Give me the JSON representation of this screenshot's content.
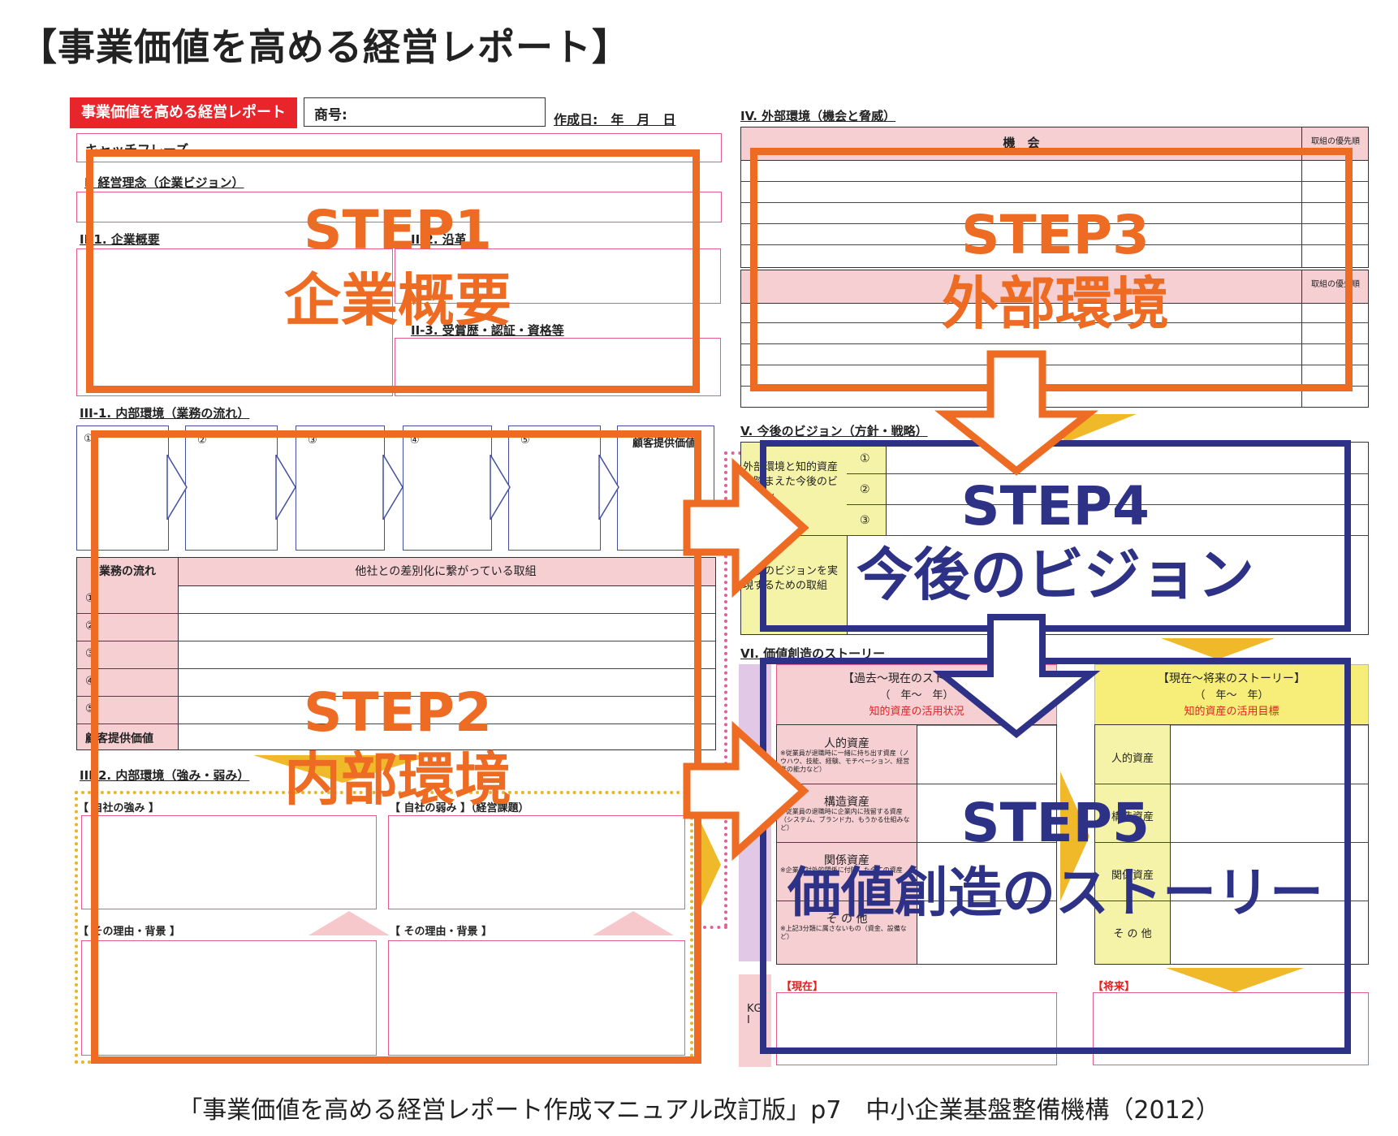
{
  "page_title": "【事業価値を高める経営レポート】",
  "caption": "「事業価値を高める経営レポート作成マニュアル改訂版」p7　中小企業基盤整備機構（2012）",
  "form": {
    "tag": "事業価値を高める経営レポート",
    "company_label": "商号:",
    "date_label": "作成日:　年　月　日",
    "catchphrase": "キャッチフレーズ",
    "sec_I": "I. 経営理念（企業ビジョン）",
    "sec_II1": "II-1. 企業概要",
    "sec_II2": "II-2. 沿革",
    "sec_II3": "II-3. 受賞歴・認証・資格等",
    "sec_III1": "III-1. 内部環境（業務の流れ）",
    "flow_steps": [
      "①",
      "②",
      "③",
      "④",
      "⑤",
      "顧客提供価値"
    ],
    "table_h1": "業務の流れ",
    "table_h2": "他社との差別化に繋がっている取組",
    "table_rows": [
      "①",
      "②",
      "③",
      "④",
      "⑤",
      "顧客提供価値"
    ],
    "sec_III2": "III-2. 内部環境（強み・弱み）",
    "strength": "【 自社の強み 】",
    "weakness": "【 自社の弱み 】（経営課題）",
    "reason1": "【 その理由・背景 】",
    "reason2": "【 その理由・背景 】",
    "sec_IV": "IV. 外部環境（機会と脅威）",
    "opportunity": "機　会",
    "priority": "取組の優先順",
    "priority2": "取組の優先順",
    "sec_V": "V. 今後のビジョン（方針・戦略）",
    "vision_left": "外部環境と知的資産を踏まえた今後のビジョン",
    "vision_rows": [
      "①",
      "②",
      "③"
    ],
    "vision_left2": "今後のビジョンを実現するための取組",
    "sec_VI": "VI. 価値創造のストーリー",
    "past_h": "【過去～現在のストーリー】",
    "past_y": "（　年～　年）",
    "past_s": "知的資産の活用状況",
    "future_h": "【現在～将来のストーリー】",
    "future_y": "（　年～　年）",
    "future_s": "知的資産の活用目標",
    "assets": [
      {
        "name": "人的資産",
        "note": "※従業員が退職時に一緒に持ち出す資産（ノウハウ、技能、経験、モチベーション、経営者の能力など）"
      },
      {
        "name": "構造資産",
        "note": "※従業員の退職時に企業内に残留する資産（システム、ブランド力、もうかる仕組みなど）"
      },
      {
        "name": "関係資産",
        "note": "※企業の対外的関係に付随した全ての資産"
      },
      {
        "name": "そ の 他",
        "note": "※上記3分類に属さないもの（資金、設備など）"
      }
    ],
    "right_assets": [
      "人的資産",
      "構造資産",
      "関係資産",
      "そ の 他"
    ],
    "kgi": "KGI",
    "current": "【現在】",
    "future": "【将来】"
  },
  "steps": [
    {
      "id": "STEP1",
      "label": "企業概要"
    },
    {
      "id": "STEP2",
      "label": "内部環境"
    },
    {
      "id": "STEP3",
      "label": "外部環境"
    },
    {
      "id": "STEP4",
      "label": "今後のビジョン"
    },
    {
      "id": "STEP5",
      "label": "価値創造のストーリー"
    }
  ],
  "colors": {
    "orange": "#ed6b23",
    "navy": "#2d3287",
    "red": "#e8252b",
    "pink": "#f6cfd3",
    "yellow": "#f5f3a8"
  }
}
